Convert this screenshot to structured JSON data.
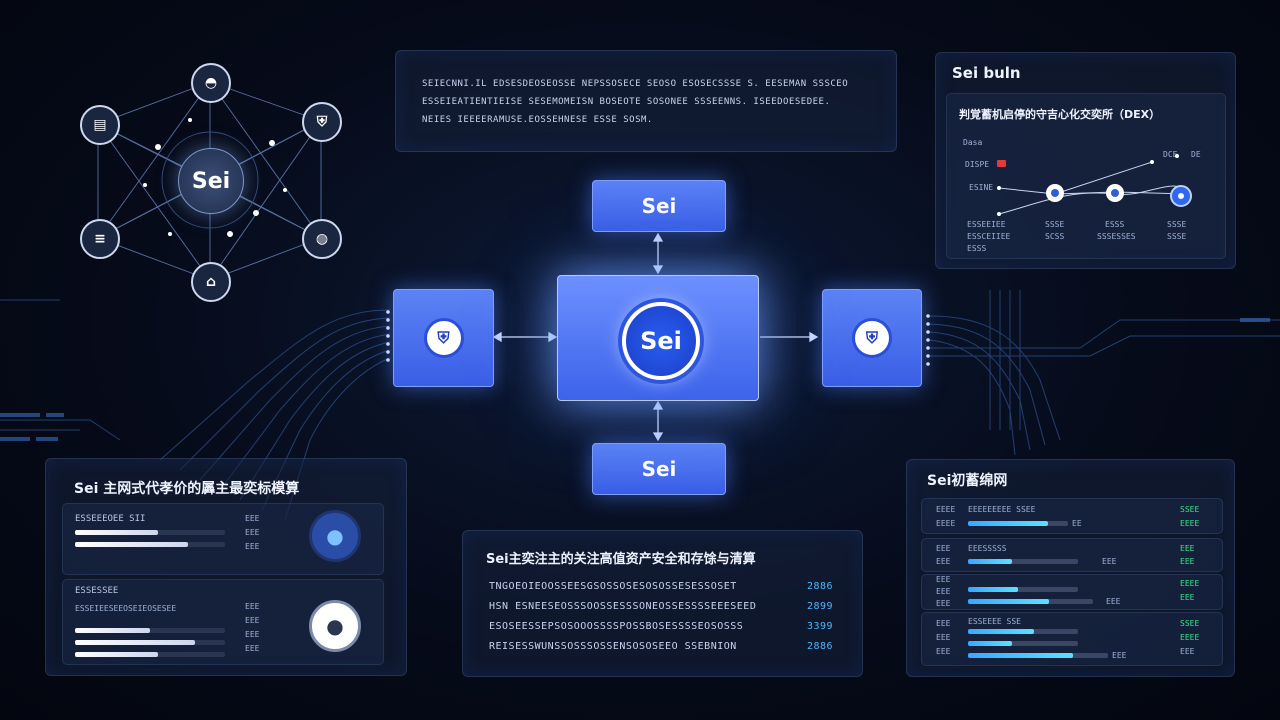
{
  "hub": {
    "label": "Sei",
    "icons": [
      "gauge-icon",
      "shield-icon",
      "wallet-icon",
      "lock-icon",
      "shield-icon",
      "lock-icon"
    ]
  },
  "top_text": {
    "lines": [
      "SEIECNNI.IL EDSESDEOSEOSSE NEPSSOSECE SEOSO ESOSECSSSE S. EESEMAN SSSCEO",
      "ESSEIEATIENTIEISE SESEMOMEISN BOSEOTE SOSONEE SSSEENNS. ISEEDOESEDEE.",
      "NEIES IEEEERAMUSE.EOSSEHNESE ESSE SOSM."
    ]
  },
  "diagram": {
    "center_label": "Sei",
    "top_label": "Sei",
    "bottom_label": "Sei",
    "left_icon": "shield-icon",
    "right_icon": "shield-icon"
  },
  "dex_panel": {
    "title": "Sei buln",
    "subtitle": "判覚蓄机启停的守吉心化交奕所（DEX）",
    "labels": [
      "Dasa",
      "DISPE",
      "ESINE"
    ],
    "right_labels": [
      "DCE",
      "DE"
    ],
    "x_labels": [
      "ESSEEIEE",
      "SSSE",
      "ESSS",
      "SSSE"
    ],
    "x_labels2": [
      "ESSCEIIEE",
      "SCSS",
      "SSSESSES",
      "SSSE"
    ],
    "x_labels3": [
      "ESSS"
    ]
  },
  "left_panel": {
    "title": "Sei 主网式代孝价的羼主最奕标模算",
    "group1": {
      "label": "ESSEEEOEE SII",
      "values": [
        "EEE",
        "EEE",
        "EEE"
      ],
      "bars": [
        0.55,
        0.75
      ]
    },
    "group2": {
      "label": "ESSESSEE",
      "sub": "ESSEIEESEEOSEIEOSESEE",
      "values": [
        "EEE",
        "EEE",
        "EEE",
        "EEE"
      ],
      "bars": [
        0.5,
        0.8,
        0.55
      ]
    }
  },
  "bottom_panel": {
    "title": "Sei主奕注主的关注高值资产安全和存馀与清算",
    "rows": [
      {
        "text": "TNGOEOIEOOSSEESGSOSSOSESOSOSSESESSOSET",
        "value": "2886"
      },
      {
        "text": "HSN ESNEESEOSSSOOSSESSSONEOSSESSSSEEESEED",
        "value": "2899"
      },
      {
        "text": "ESOSEESSEPSOSOOOSSSSPOSSBOSESSSSEOSOSSS",
        "value": "3399"
      },
      {
        "text": "REISESSWUNSSOSSSOSSENSOSOSEEO SSEBNION",
        "value": "2886"
      }
    ]
  },
  "right_panel": {
    "title": "Sei初蓄绵网",
    "groups": [
      {
        "tags": [
          "EEEE",
          "EEEE"
        ],
        "name": "EEEEEEEEE SSEE",
        "bars": [
          0.8
        ],
        "values": [
          "SSEE",
          "EEEE"
        ],
        "val_side": "EE"
      },
      {
        "tags": [
          "EEE",
          "EEE"
        ],
        "name": "EEESSSSS",
        "bars": [
          0.4
        ],
        "values": [
          "EEE",
          "EEE"
        ],
        "val_side": "EEE"
      },
      {
        "tags": [
          "EEE",
          "EEE",
          "EEE"
        ],
        "name": "",
        "bars": [
          0.45,
          0.65
        ],
        "values": [
          "EEEE",
          "EEE"
        ],
        "val_side": "EEE"
      },
      {
        "tags": [
          "EEE",
          "EEE",
          "EEE"
        ],
        "name": "ESSEEEE SSE",
        "bars": [
          0.6,
          0.4,
          0.75
        ],
        "values": [
          "SSEE",
          "EEEE",
          "EEE"
        ],
        "val_side": "EEE"
      }
    ]
  },
  "colors": {
    "accent": "#3d63ea",
    "glow": "#6d90ff",
    "green": "#39e08a",
    "cyan": "#4fb4ff"
  }
}
